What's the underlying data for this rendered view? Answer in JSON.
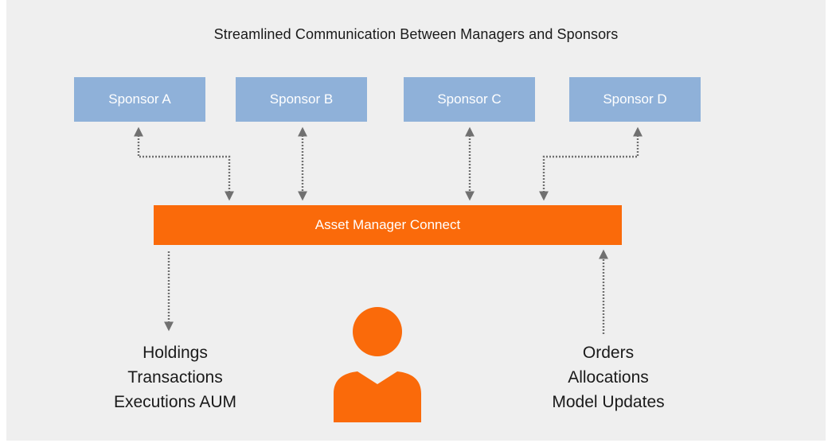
{
  "title": "Streamlined Communication Between Managers and Sponsors",
  "sponsors": [
    {
      "label": "Sponsor A"
    },
    {
      "label": "Sponsor B"
    },
    {
      "label": "Sponsor C"
    },
    {
      "label": "Sponsor D"
    }
  ],
  "hub": {
    "label": "Asset Manager Connect"
  },
  "outbound": {
    "items": [
      "Holdings",
      "Transactions",
      "Executions AUM"
    ]
  },
  "inbound": {
    "items": [
      "Orders",
      "Allocations",
      "Model Updates"
    ]
  },
  "colors": {
    "background": "#efefef",
    "sponsor_box": "#8fb1d9",
    "hub_box": "#fa6a0a",
    "person": "#fa6a0a",
    "arrow": "#707070"
  },
  "icons": {
    "user": "person-icon"
  }
}
